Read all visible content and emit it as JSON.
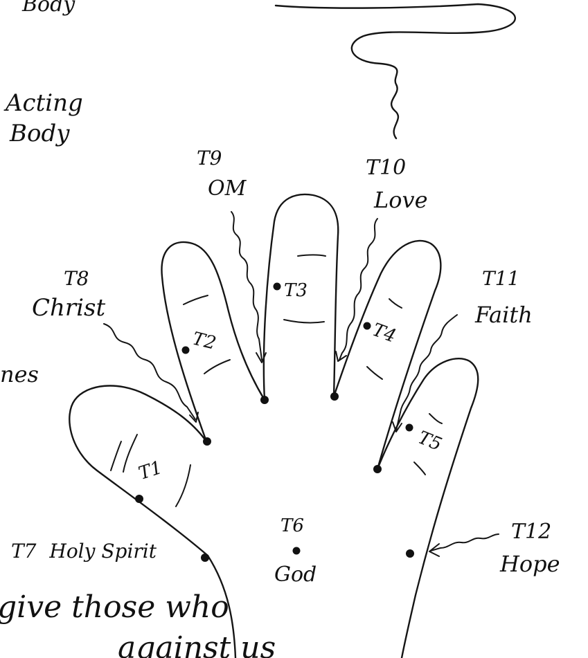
{
  "corner_top_label": "Body",
  "acting_body": {
    "line1": "Acting",
    "line2": "Body"
  },
  "side_fragment": "nes",
  "caption": {
    "line1": "give those who",
    "line2": "against us"
  },
  "points": {
    "t1": {
      "code": "T1"
    },
    "t2": {
      "code": "T2"
    },
    "t3": {
      "code": "T3"
    },
    "t4": {
      "code": "T4"
    },
    "t5": {
      "code": "T5"
    },
    "t6": {
      "code": "T6",
      "name": "God"
    },
    "t7": {
      "code": "T7",
      "name": "Holy Spirit"
    },
    "t8": {
      "code": "T8",
      "name": "Christ"
    },
    "t9": {
      "code": "T9",
      "name": "OM"
    },
    "t10": {
      "code": "T10",
      "name": "Love"
    },
    "t11": {
      "code": "T11",
      "name": "Faith"
    },
    "t12": {
      "code": "T12",
      "name": "Hope"
    }
  }
}
